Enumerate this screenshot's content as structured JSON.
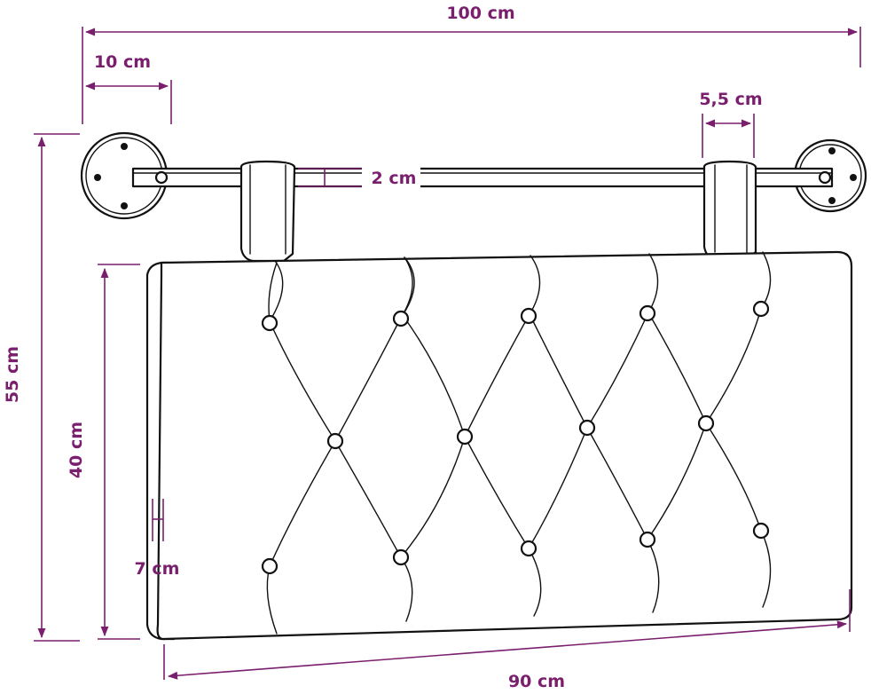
{
  "dimensions": {
    "total_width": "100 cm",
    "bracket_width": "10 cm",
    "strap_width": "5,5 cm",
    "rod_diameter": "2 cm",
    "total_height": "55 cm",
    "cushion_height": "40 cm",
    "cushion_depth": "7 cm",
    "cushion_width": "90 cm"
  },
  "colors": {
    "dimension": "#7a1f6e",
    "ink": "#111111",
    "background": "#ffffff"
  },
  "icons": {
    "wall_bracket": "round-wall-bracket-icon",
    "rod": "hanging-rod",
    "strap": "fabric-strap",
    "button": "tufting-button"
  }
}
